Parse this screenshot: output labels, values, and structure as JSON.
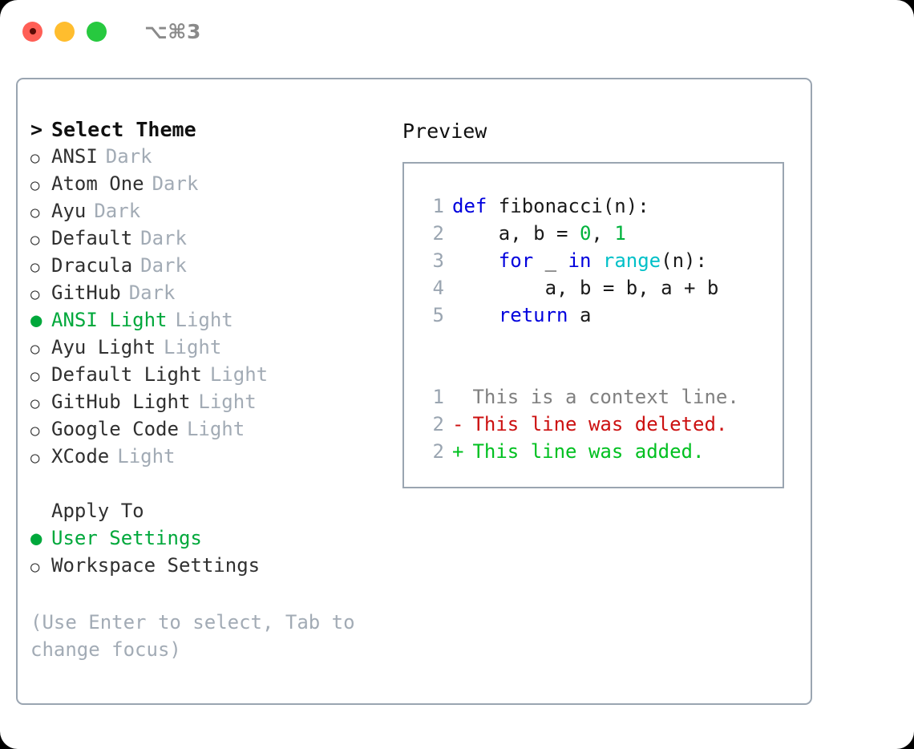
{
  "titlebar": {
    "shortcut": "⌥⌘3",
    "lights": [
      {
        "name": "close",
        "color": "#ff5f56"
      },
      {
        "name": "minimize",
        "color": "#ffbd2e"
      },
      {
        "name": "maximize",
        "color": "#27c93f"
      }
    ]
  },
  "theme_selector": {
    "heading_prefix": ">",
    "heading": "Select Theme",
    "selected_bullet": "●",
    "unselected_bullet": "○",
    "items": [
      {
        "name": "ANSI",
        "variant": "Dark",
        "selected": false
      },
      {
        "name": "Atom One",
        "variant": "Dark",
        "selected": false
      },
      {
        "name": "Ayu",
        "variant": "Dark",
        "selected": false
      },
      {
        "name": "Default",
        "variant": "Dark",
        "selected": false
      },
      {
        "name": "Dracula",
        "variant": "Dark",
        "selected": false
      },
      {
        "name": "GitHub",
        "variant": "Dark",
        "selected": false
      },
      {
        "name": "ANSI Light",
        "variant": "Light",
        "selected": true
      },
      {
        "name": "Ayu Light",
        "variant": "Light",
        "selected": false
      },
      {
        "name": "Default Light",
        "variant": "Light",
        "selected": false
      },
      {
        "name": "GitHub Light",
        "variant": "Light",
        "selected": false
      },
      {
        "name": "Google Code",
        "variant": "Light",
        "selected": false
      },
      {
        "name": "XCode",
        "variant": "Light",
        "selected": false
      }
    ]
  },
  "apply_to": {
    "heading": "Apply To",
    "options": [
      {
        "label": "User Settings",
        "selected": true
      },
      {
        "label": "Workspace Settings",
        "selected": false
      }
    ]
  },
  "hint": "(Use Enter to select, Tab to change focus)",
  "preview": {
    "title": "Preview",
    "code_lines": [
      {
        "no": "1",
        "tokens": [
          {
            "t": "def",
            "c": "tok-kw"
          },
          {
            "t": " fibonacci(n):",
            "c": "tok-plain"
          }
        ]
      },
      {
        "no": "2",
        "tokens": [
          {
            "t": "    a, b = ",
            "c": "tok-plain"
          },
          {
            "t": "0",
            "c": "tok-num"
          },
          {
            "t": ", ",
            "c": "tok-plain"
          },
          {
            "t": "1",
            "c": "tok-num"
          }
        ]
      },
      {
        "no": "3",
        "tokens": [
          {
            "t": "    ",
            "c": "tok-plain"
          },
          {
            "t": "for",
            "c": "tok-kw"
          },
          {
            "t": " _ ",
            "c": "tok-plain"
          },
          {
            "t": "in",
            "c": "tok-kw"
          },
          {
            "t": " ",
            "c": "tok-plain"
          },
          {
            "t": "range",
            "c": "tok-fn"
          },
          {
            "t": "(n):",
            "c": "tok-plain"
          }
        ]
      },
      {
        "no": "4",
        "tokens": [
          {
            "t": "        a, b = b, a + b",
            "c": "tok-plain"
          }
        ]
      },
      {
        "no": "5",
        "tokens": [
          {
            "t": "    ",
            "c": "tok-plain"
          },
          {
            "t": "return",
            "c": "tok-kw"
          },
          {
            "t": " a",
            "c": "tok-plain"
          }
        ]
      }
    ],
    "diff_lines": [
      {
        "no": "1",
        "marker": " ",
        "text": "This is a context line.",
        "kind": "tok-ctx"
      },
      {
        "no": "2",
        "marker": "-",
        "text": "This line was deleted.",
        "kind": "tok-del"
      },
      {
        "no": "2",
        "marker": "+",
        "text": "This line was added.",
        "kind": "tok-add"
      }
    ]
  },
  "colors": {
    "accent_green": "#00a83b",
    "muted": "#a2abb5",
    "border": "#9aa5b1",
    "keyword_blue": "#0000dd",
    "function_cyan": "#00c0c8",
    "number_green": "#00b33c",
    "diff_added": "#00c020",
    "diff_deleted": "#cc1111"
  }
}
